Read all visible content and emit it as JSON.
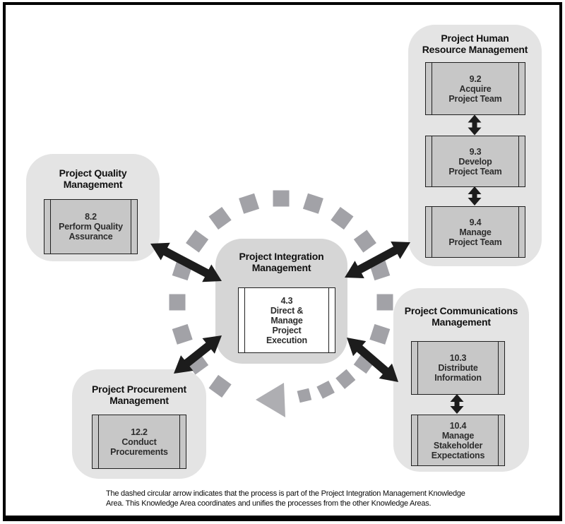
{
  "colors": {
    "area_bg": "#e4e4e4",
    "center_area_bg": "#d6d6d6",
    "process_bg": "#c7c7c7",
    "center_process_bg": "#ffffff",
    "ring_dash": "#a2a2a7",
    "ring_arrowhead": "#aeaeb2",
    "connector_arrow": "#1c1c1c",
    "frame_border": "#000000"
  },
  "areas": [
    {
      "id": "human-resource",
      "title": "Project Human\nResource Management",
      "processes": [
        {
          "code": "9.2",
          "name": "Acquire\nProject Team"
        },
        {
          "code": "9.3",
          "name": "Develop\nProject Team"
        },
        {
          "code": "9.4",
          "name": "Manage\nProject Team"
        }
      ]
    },
    {
      "id": "quality",
      "title": "Project Quality\nManagement",
      "processes": [
        {
          "code": "8.2",
          "name": "Perform Quality\nAssurance"
        }
      ]
    },
    {
      "id": "integration",
      "title": "Project Integration\nManagement",
      "processes": [
        {
          "code": "4.3",
          "name": "Direct &\nManage\nProject\nExecution"
        }
      ]
    },
    {
      "id": "procurement",
      "title": "Project Procurement\nManagement",
      "processes": [
        {
          "code": "12.2",
          "name": "Conduct\nProcurements"
        }
      ]
    },
    {
      "id": "communications",
      "title": "Project Communications\nManagement",
      "processes": [
        {
          "code": "10.3",
          "name": "Distribute\nInformation"
        },
        {
          "code": "10.4",
          "name": "Manage\nStakeholder\nExpectations"
        }
      ]
    }
  ],
  "caption": "The dashed circular arrow indicates that the process is part of the Project Integration Management Knowledge\nArea. This Knowledge Area coordinates and unifies the processes from the other Knowledge Areas."
}
